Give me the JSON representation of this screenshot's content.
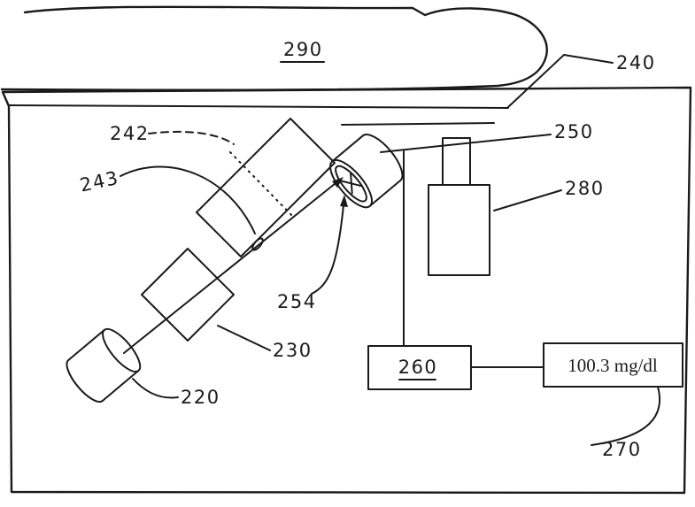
{
  "figure": {
    "colors": {
      "ink": "#1a1a1a",
      "paper": "#ffffff"
    },
    "labels": {
      "finger": "290",
      "channel": "240",
      "splitter": "242",
      "beam": "243",
      "lens": "250",
      "window": "254",
      "reference": "280",
      "optic": "230",
      "source": "220",
      "processor": "260",
      "display": "270"
    },
    "display": {
      "reading": "100.3 mg/dl"
    }
  }
}
